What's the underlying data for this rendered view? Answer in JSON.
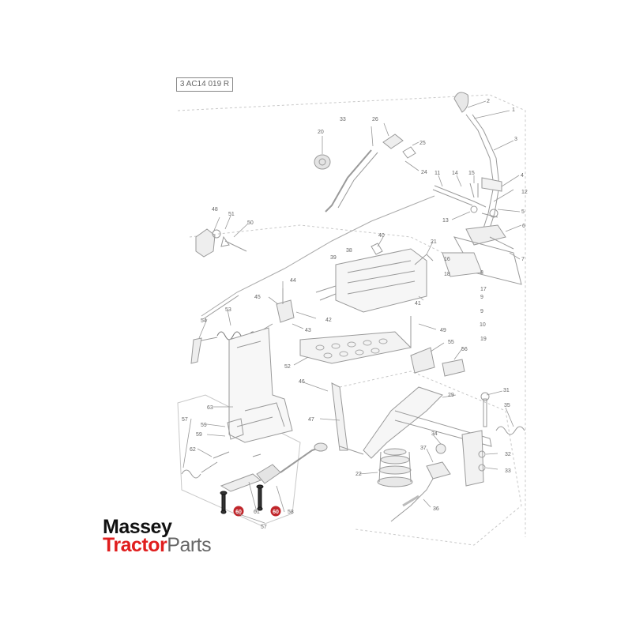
{
  "reference_code": "3 AC14 019 R",
  "logo": {
    "line1": "Massey",
    "line2_a": "Tractor",
    "line2_b": "Parts",
    "colors": {
      "dark": "#111111",
      "red": "#e01e1e",
      "grey": "#666666"
    }
  },
  "highlight_color": "#c0262b",
  "part_labels": [
    "1",
    "2",
    "3",
    "4",
    "5",
    "6",
    "7",
    "8",
    "9",
    "10",
    "11",
    "12",
    "13",
    "14",
    "15",
    "16",
    "17",
    "18",
    "19",
    "20",
    "21",
    "22",
    "24",
    "25",
    "26",
    "29",
    "31",
    "32",
    "33",
    "34",
    "35",
    "36",
    "37",
    "38",
    "39",
    "40",
    "41",
    "42",
    "43",
    "44",
    "45",
    "46",
    "47",
    "48",
    "49",
    "50",
    "51",
    "52",
    "53",
    "54",
    "55",
    "56",
    "57",
    "58",
    "59",
    "60",
    "61",
    "62",
    "63"
  ],
  "highlighted_parts": [
    "60",
    "60"
  ]
}
